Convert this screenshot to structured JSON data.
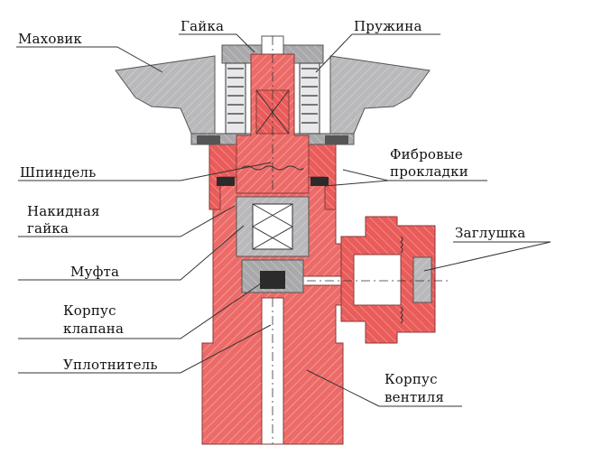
{
  "diagram": {
    "parts": {
      "handwheel": "Маховик",
      "nut": "Гайка",
      "spring": "Пружина",
      "spindle": "Шпиндель",
      "fiber_gaskets_line1": "Фибровые",
      "fiber_gaskets_line2": "прокладки",
      "union_nut_line1": "Накидная",
      "union_nut_line2": "гайка",
      "plug": "Заглушка",
      "coupling": "Муфта",
      "valve_body_line1": "Корпус",
      "valve_body_line2": "клапана",
      "seal": "Уплотнитель",
      "valve_housing_line1": "Корпус",
      "valve_housing_line2": "вентиля"
    },
    "colors": {
      "red_part": "#ec6b68",
      "grey_part": "#b9b9bb",
      "hatch": "#ffffff",
      "dark": "#2b2b2b"
    }
  }
}
